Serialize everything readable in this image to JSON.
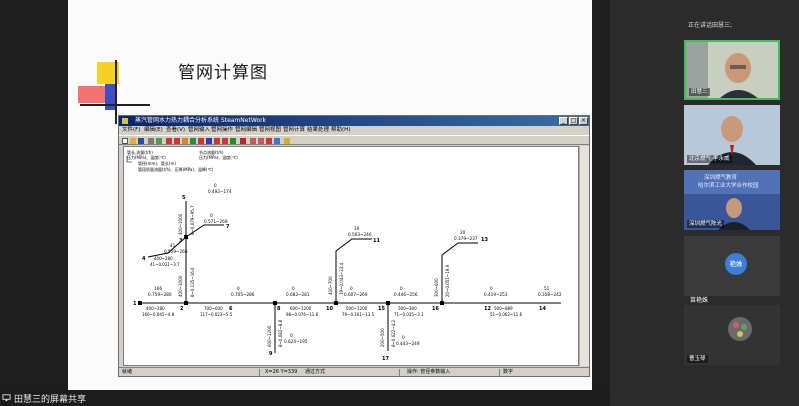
{
  "slide": {
    "title": "管网计算图"
  },
  "app": {
    "window_title": "蒸汽管网水力热力耦合分析系统 SteamNetWork",
    "menu": [
      "文件(F)",
      "编辑(E)",
      "查看(V)",
      "管网输入",
      "管网操作",
      "管网编辑",
      "管网视图",
      "管网计算",
      "结果处理",
      "帮助(H)"
    ],
    "legend": {
      "left": [
        "管长,流量(t/h)",
        "压力(MPa)、温度(℃)",
        "管径(mm)、管长(m)",
        "管段质量流量(t/h)、压降(MPa)、温降(℃)"
      ],
      "right": [
        "节点流量(t/h)",
        "压力(MPa)、温度(℃)"
      ]
    },
    "nodes": [
      {
        "id": "1",
        "flow": "166",
        "sub": "0.759~280"
      },
      {
        "id": "2",
        "flow": "",
        "sub": ""
      },
      {
        "id": "3",
        "flow": "",
        "sub": ""
      },
      {
        "id": "4",
        "flow": "41",
        "sub": "0.559~266"
      },
      {
        "id": "5",
        "flow": "0",
        "sub": "0.492~174"
      },
      {
        "id": "6",
        "flow": "",
        "sub": ""
      },
      {
        "id": "7",
        "flow": "0",
        "sub": "0.571~269"
      },
      {
        "id": "8",
        "flow": "0",
        "sub": "0.705~286"
      },
      {
        "id": "9",
        "flow": "0",
        "sub": "0.624~195"
      },
      {
        "id": "10",
        "flow": "0",
        "sub": "0.683~281"
      },
      {
        "id": "11",
        "flow": "19",
        "sub": "0.563~246"
      },
      {
        "id": "12",
        "flow": "0",
        "sub": "0.607~269"
      },
      {
        "id": "13",
        "flow": "20",
        "sub": "0.379~237"
      },
      {
        "id": "14",
        "flow": "51",
        "sub": "0.358~242"
      },
      {
        "id": "15",
        "flow": "0",
        "sub": "0.446~256"
      },
      {
        "id": "16",
        "flow": "0",
        "sub": "0.419~253"
      },
      {
        "id": "17",
        "flow": "0",
        "sub": "0.443~249"
      }
    ],
    "pipes_h": [
      {
        "spec": "400~280",
        "res": "166~0.045~4.8"
      },
      {
        "spec": "700~600",
        "res": "117~0.023~5.5"
      },
      {
        "spec": "600~1200",
        "res": "98~0.076~11.6"
      },
      {
        "spec": "500~1200",
        "res": "79~0.161~13.5"
      },
      {
        "spec": "500~300",
        "res": "71~0.035~3.1"
      },
      {
        "spec": "500~889",
        "res": "51~0.062~11.6"
      },
      {
        "spec": "400~280",
        "res": "41~0.021~3.7"
      }
    ],
    "pipes_v": [
      {
        "spec": "400~1000",
        "res": "8~0.079~95.7"
      },
      {
        "spec": "400~1000",
        "res": "8~0.135~16.6"
      },
      {
        "spec": "600~1200",
        "res": "8~0.082~8.8"
      },
      {
        "spec": "400~700",
        "res": "19~0.043~23.4"
      },
      {
        "spec": "300~600",
        "res": "20~0.051~19.9"
      },
      {
        "spec": "200~500",
        "res": "8~0.022~4.2"
      }
    ],
    "status": {
      "ready": "就绪",
      "coords": "X=26  Y=339",
      "mode": "通过方式",
      "operation": "操作: 管径参数输入",
      "numlock": "数字"
    }
  },
  "meeting": {
    "speaking_label": "正在讲话:",
    "speaking_name": "田慧三;",
    "participants": [
      {
        "name": "田慧三"
      },
      {
        "name": "北京燃气-李永威"
      },
      {
        "name": "深圳燃气陈光",
        "banner": [
          "深圳燃气教育",
          "哈尔滨工业大学合作校园"
        ]
      },
      {
        "name": "苗艳姝",
        "initials": "艳姝"
      },
      {
        "name": "曹玉琴"
      }
    ]
  },
  "footer": {
    "share_label": "田慧三的屏幕共享"
  },
  "colors": {
    "title_bar": "#0a246a",
    "avatar_blue": "#3d7ed8",
    "network_line": "#000000"
  }
}
